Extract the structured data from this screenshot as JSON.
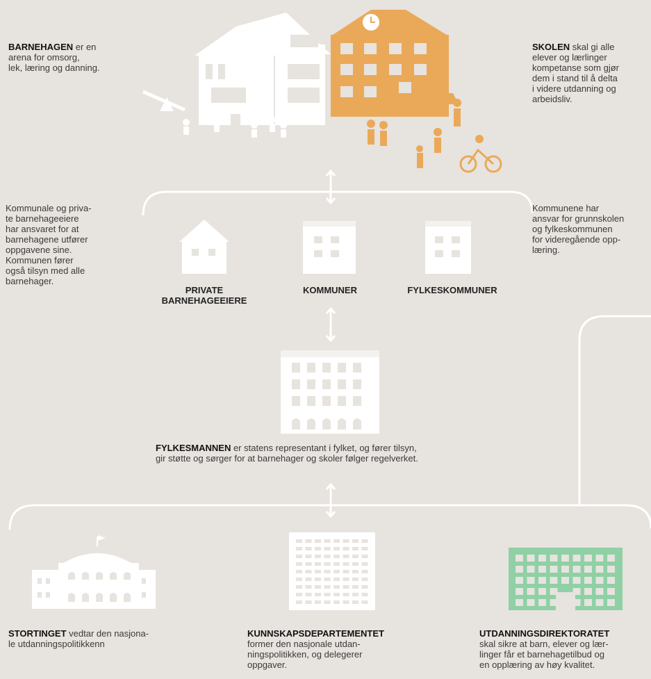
{
  "colors": {
    "background": "#e7e3de",
    "white": "#ffffff",
    "school_orange": "#eaa959",
    "directorate_green": "#8fd0a5",
    "text": "#3a3a3a"
  },
  "barnehagen": {
    "heading": "BARNEHAGEN",
    "text": " er en\narena for omsorg,\nlek, læring og danning."
  },
  "skolen": {
    "heading": "SKOLEN",
    "text": " skal gi alle\nelever og lærlinger\nkompetanse som gjør\ndem i stand til å delta\ni videre utdanning og\narbeidsliv."
  },
  "left_note": "Kommunale og priva-\nte barnehageeiere\nhar ansvaret for at\nbarnehagene utfører\noppgavene sine.\nKommunen fører\nogså tilsyn med alle\nbarnehager.",
  "right_note": "Kommunene har\nansvar for grunnskolen\nog fylkeskommunen\nfor videregående opp-\nlæring.",
  "owners": [
    {
      "label": "PRIVATE\nBARNEHAGEEIERE",
      "icon": "private-owner-house-icon"
    },
    {
      "label": "KOMMUNER",
      "icon": "municipality-building-icon"
    },
    {
      "label": "FYLKESKOMMUNER",
      "icon": "county-building-icon"
    }
  ],
  "fylkesmannen": {
    "heading": "FYLKESMANNEN",
    "text": " er statens representant i fylket, og fører tilsyn,\ngir støtte og sørger for at barnehager og skoler følger regelverket."
  },
  "stortinget": {
    "heading": "STORTINGET",
    "text": " vedtar den nasjona-\nle utdanningspolitikkenn"
  },
  "kunnskapsdepartementet": {
    "heading": "KUNNSKAPSDEPARTEMENTET",
    "text": "former den nasjonale utdan-\nningspolitikken, og delegerer\noppgaver."
  },
  "utdanningsdirektoratet": {
    "heading": "UTDANNINGSDIREKTORATET",
    "text": "skal sikre at barn, elever og lær-\nlinger får et barnehagetilbud og\nen opplæring av høy kvalitet."
  }
}
